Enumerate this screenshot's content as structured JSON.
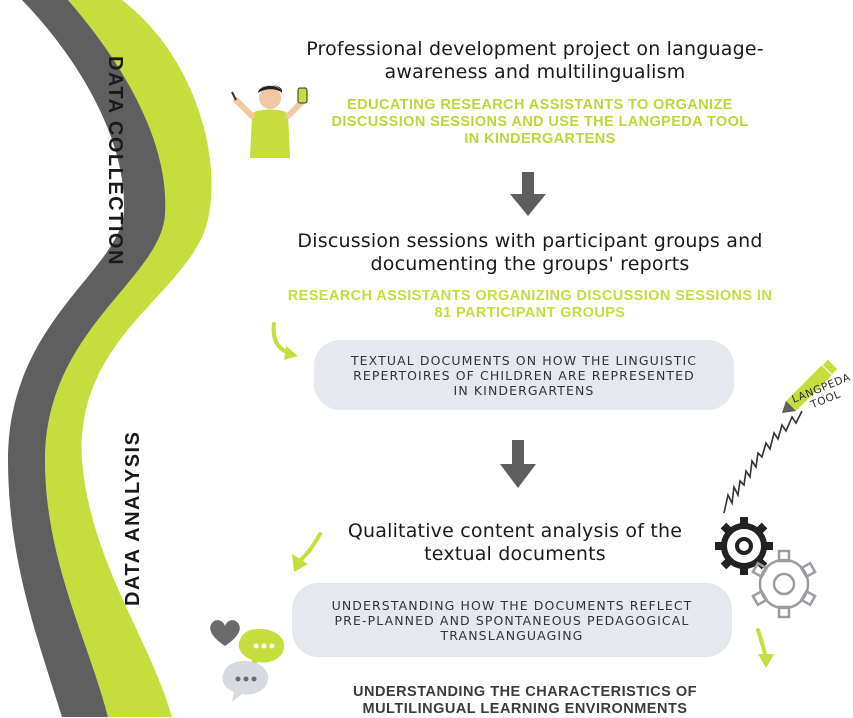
{
  "side_labels": {
    "data_collection": "DATA COLLECTION",
    "data_analysis": "DATA ANALYSIS"
  },
  "steps": {
    "professional_development": {
      "heading": "Professional development project on language-awareness and multilingualism",
      "subtext": "EDUCATING RESEARCH ASSISTANTS TO ORGANIZE DISCUSSION SESSIONS AND USE THE LANGPEDA TOOL IN KINDERGARTENS"
    },
    "discussion_sessions": {
      "heading": "Discussion sessions with participant groups and documenting the groups' reports",
      "subtext": "RESEARCH ASSISTANTS ORGANIZING DISCUSSION SESSIONS IN 81 PARTICIPANT GROUPS",
      "pill": "TEXTUAL DOCUMENTS ON HOW THE LINGUISTIC REPERTOIRES OF CHILDREN ARE REPRESENTED IN KINDERGARTENS"
    },
    "content_analysis": {
      "heading": "Qualitative content analysis of the textual documents",
      "pill": "UNDERSTANDING HOW THE DOCUMENTS REFLECT PRE-PLANNED AND SPONTANEOUS PEDAGOGICAL TRANSLANGUAGING"
    },
    "conclusion": {
      "text": "UNDERSTANDING THE CHARACTERISTICS OF MULTILINGUAL LEARNING ENVIRONMENTS"
    }
  },
  "tool_label": {
    "line1": "LANGPEDA",
    "line2": "TOOL"
  },
  "icons": {
    "person": "person-with-phone-icon",
    "pen": "pen-icon",
    "gears": "gears-icon",
    "chat": "chat-bubbles-icon",
    "heart": "heart-icon",
    "arrow_down": "arrow-down-icon",
    "curved_arrow": "curved-arrow-icon"
  },
  "colors": {
    "lime": "#c6dd3e",
    "lime_text": "#bdd63a",
    "gray_band": "#5f5f5f",
    "pill_bg": "#e6e8ef",
    "arrow_gray": "#5e5e5e"
  }
}
